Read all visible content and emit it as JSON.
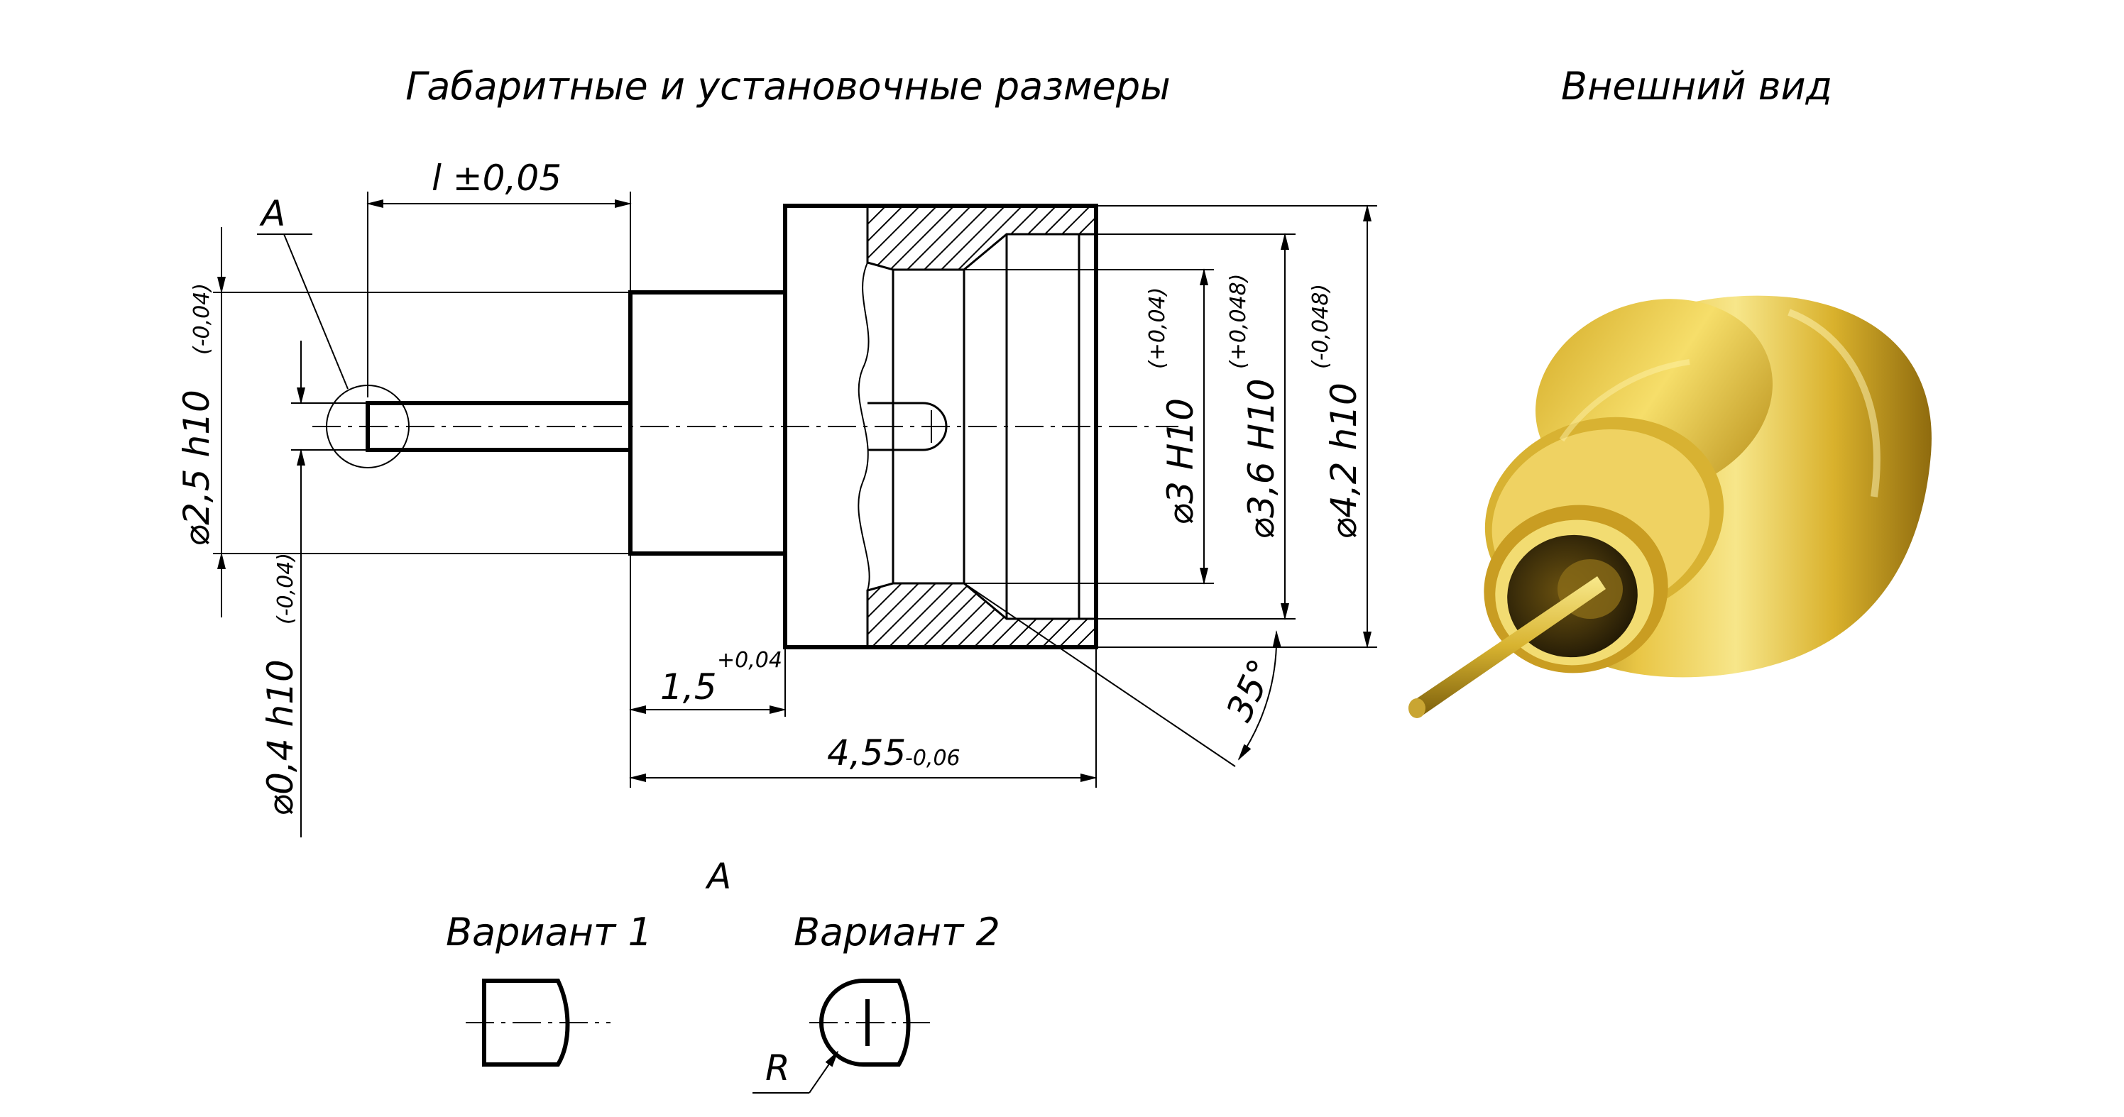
{
  "titles": {
    "dimensions": "Габаритные и установочные размеры",
    "appearance": "Внешний вид"
  },
  "labels": {
    "detail_ref": "A",
    "detail_title": "A",
    "variant1": "Вариант 1",
    "variant2": "Вариант 2",
    "radius": "R"
  },
  "dimensions": {
    "pin_length": "l ±0,05",
    "d25": "⌀2,5 h10",
    "d25_tol": "(-0,04)",
    "d04": "⌀0,4 h10",
    "d04_tol": "(-0,04)",
    "d3": "⌀3 H10",
    "d3_tol": "(+0,04)",
    "d36": "⌀3,6 H10",
    "d36_tol": "(+0,048)",
    "d42": "⌀4,2 h10",
    "d42_tol": "(-0,048)",
    "len15": "1,5",
    "len15_tol": "+0,04",
    "len455": "4,55",
    "len455_tol": "-0,06",
    "angle": "35°"
  },
  "colors": {
    "line": "#000000",
    "gold_light": "#f6e27a",
    "gold_mid": "#d9b531",
    "gold_dark": "#8a6a10"
  }
}
